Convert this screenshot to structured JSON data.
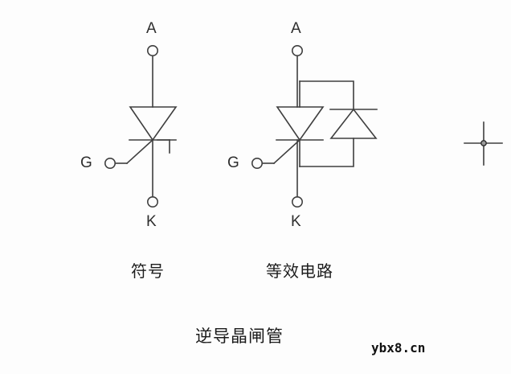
{
  "figure": {
    "title": "逆导晶闸管",
    "watermark": "ybx8.cn",
    "background_color": "#fdfdfd",
    "line_color": "#3f3f3f",
    "text_color": "#1e1e1e"
  },
  "panels": [
    {
      "id": "symbol",
      "caption": "符号",
      "terminals": {
        "anode": "A",
        "cathode": "K",
        "gate": "G"
      },
      "components": [
        {
          "kind": "thyristor",
          "name": "reverse-conducting-thyristor-symbol",
          "turn_off_stub": true
        }
      ]
    },
    {
      "id": "equivalent-circuit",
      "caption": "等效电路",
      "terminals": {
        "anode": "A",
        "cathode": "K",
        "gate": "G"
      },
      "components": [
        {
          "kind": "thyristor",
          "name": "thyristor",
          "turn_off_stub": false
        },
        {
          "kind": "diode",
          "name": "antiparallel-diode",
          "orientation": "up"
        }
      ]
    }
  ],
  "marker": {
    "name": "crosshair-marker",
    "label": ""
  }
}
